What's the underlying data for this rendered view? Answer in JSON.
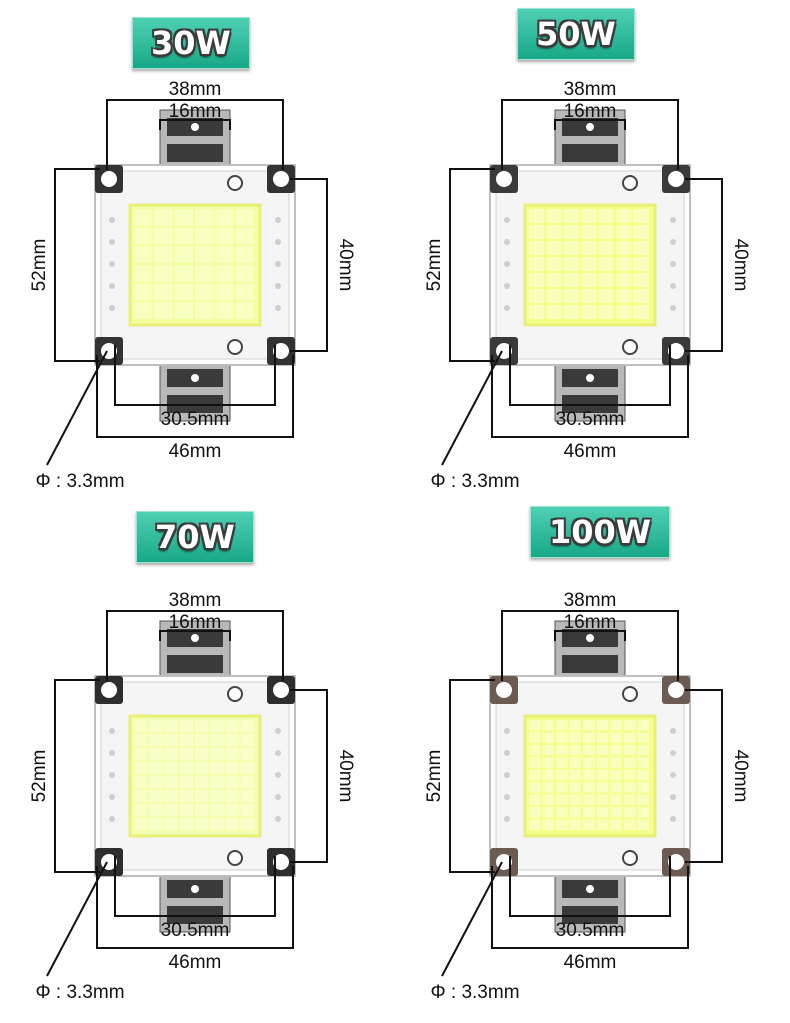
{
  "dimensions": {
    "top_width": "38mm",
    "electrode_width": "16mm",
    "height": "52mm",
    "inner_height": "40mm",
    "hole_spacing": "30.5mm",
    "total_width": "46mm",
    "hole_diameter": "Φ : 3.3mm"
  },
  "panels": [
    {
      "label": "30W",
      "chip_color": "#f1ff9c",
      "led_rows": 6,
      "pad_color": "#333333"
    },
    {
      "label": "50W",
      "chip_color": "#f4ff86",
      "led_rows": 7,
      "pad_color": "#3a3a3a"
    },
    {
      "label": "70W",
      "chip_color": "#f3ffb0",
      "led_rows": 8,
      "pad_color": "#2e2e2e"
    },
    {
      "label": "100W",
      "chip_color": "#f4ff8c",
      "led_rows": 9,
      "pad_color": "#6b5b52"
    }
  ]
}
